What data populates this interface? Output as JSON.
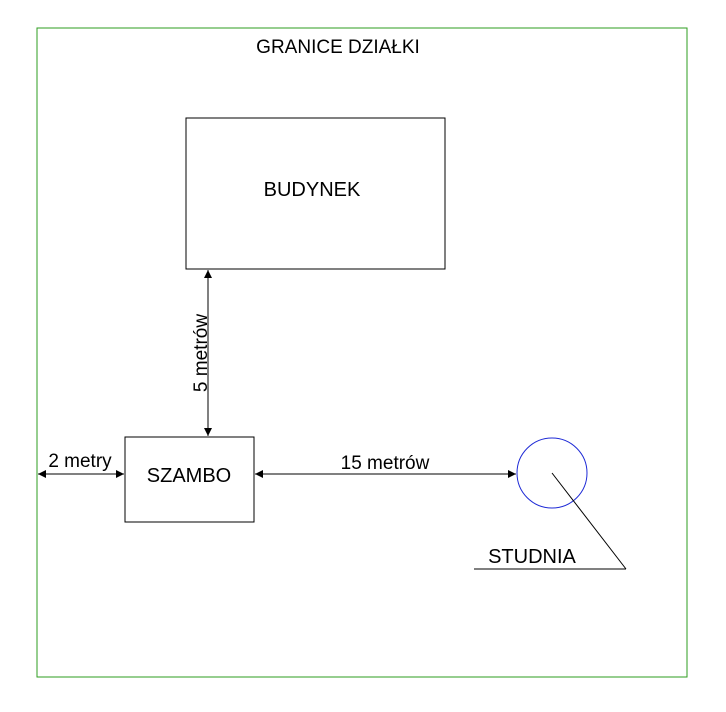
{
  "plot": {
    "title": "GRANICE DZIAŁKI"
  },
  "building": {
    "label": "BUDYNEK"
  },
  "septic_tank": {
    "label": "SZAMBO"
  },
  "well": {
    "label": "STUDNIA"
  },
  "dimensions": {
    "building_to_tank": "5 metrów",
    "boundary_to_tank": "2 metry",
    "tank_to_well": "15 metrów"
  },
  "colors": {
    "boundary": "#2e9e1f",
    "well": "#1f2bd6",
    "lines": "#000000"
  }
}
